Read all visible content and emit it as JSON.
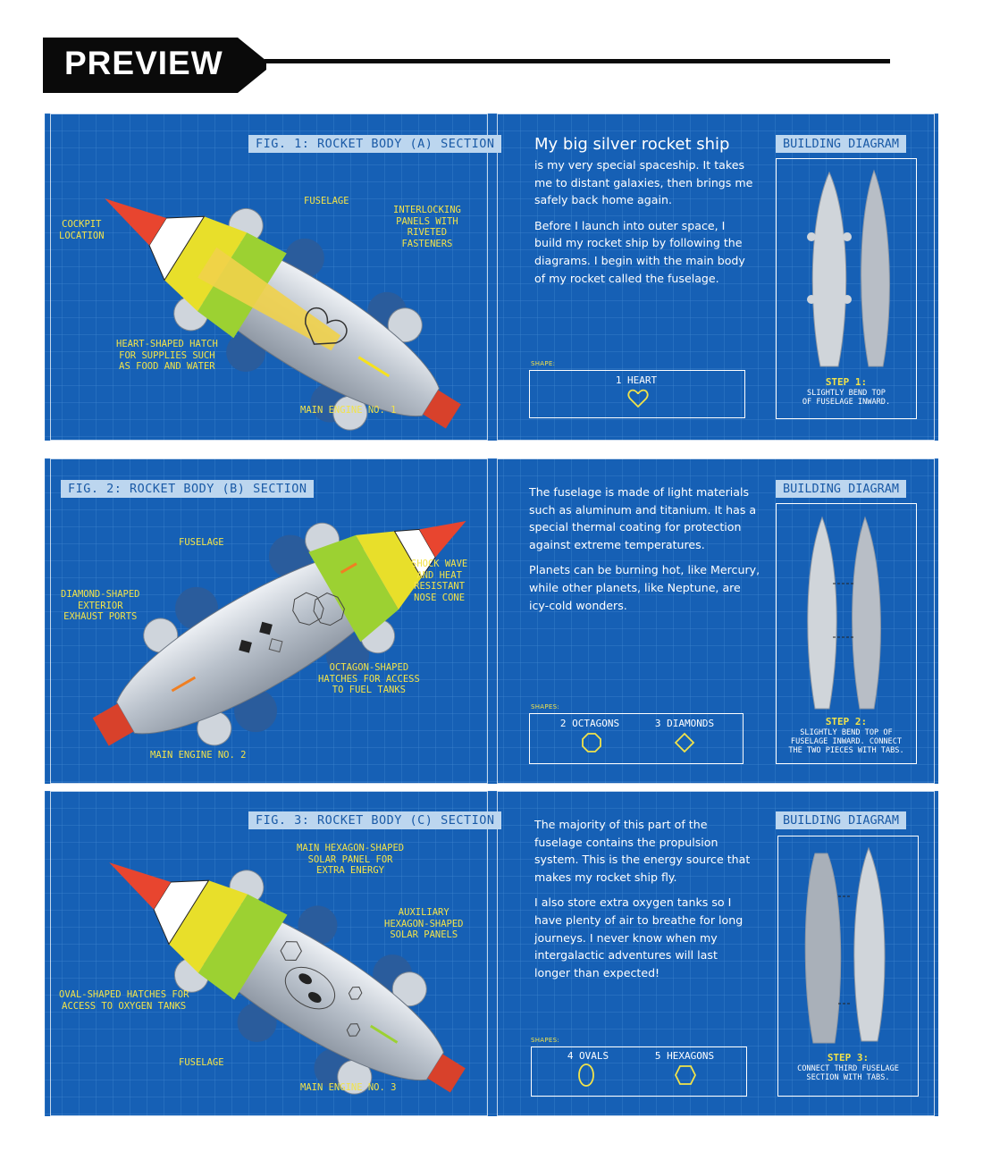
{
  "banner": {
    "label": "PREVIEW"
  },
  "colors": {
    "blueprint": "#1660b5",
    "callout": "#f2e34a",
    "label_bg": "#bcd6ef",
    "label_text": "#1a5aa6"
  },
  "spreads": [
    {
      "fig_label": "FIG. 1: ROCKET BODY (A) SECTION",
      "callouts": [
        "COCKPIT\nLOCATION",
        "FUSELAGE",
        "INTERLOCKING\nPANELS WITH\nRIVETED\nFASTENERS",
        "HEART-SHAPED HATCH\nFOR SUPPLIES SUCH\nAS FOOD AND WATER",
        "MAIN ENGINE NO. 1"
      ],
      "story_title": "My big silver rocket ship",
      "story_paragraphs": [
        "is my very special spaceship. It takes me to distant galaxies, then brings me safely back home again.",
        "Before I launch into outer space, I build my rocket ship by following the diagrams. I begin with the main body of my rocket called the fuselage."
      ],
      "shapes_tag": "SHAPE:",
      "shape_items": [
        {
          "label": "1 HEART",
          "icon": "heart-icon"
        }
      ],
      "diagram_label": "BUILDING DIAGRAM",
      "step_title": "STEP 1:",
      "step_text": "SLIGHTLY BEND TOP\nOF FUSELAGE INWARD."
    },
    {
      "fig_label": "FIG. 2: ROCKET BODY (B) SECTION",
      "callouts": [
        "FUSELAGE",
        "DIAMOND-SHAPED\nEXTERIOR\nEXHAUST PORTS",
        "SHOCK WAVE\nAND HEAT\nRESISTANT\nNOSE CONE",
        "OCTAGON-SHAPED\nHATCHES FOR ACCESS\nTO FUEL TANKS",
        "MAIN ENGINE NO. 2"
      ],
      "story_title": "",
      "story_paragraphs": [
        "The fuselage is made of light materials such as aluminum and titanium. It has a special thermal coating for protection against extreme temperatures.",
        "Planets can be burning hot, like Mercury, while other planets, like Neptune, are icy-cold wonders."
      ],
      "shapes_tag": "SHAPES:",
      "shape_items": [
        {
          "label": "2 OCTAGONS",
          "icon": "octagon-icon"
        },
        {
          "label": "3 DIAMONDS",
          "icon": "diamond-icon"
        }
      ],
      "diagram_label": "BUILDING DIAGRAM",
      "step_title": "STEP 2:",
      "step_text": "SLIGHTLY BEND TOP OF\nFUSELAGE INWARD. CONNECT\nTHE TWO PIECES WITH TABS."
    },
    {
      "fig_label": "FIG. 3: ROCKET BODY (C) SECTION",
      "callouts": [
        "MAIN HEXAGON-SHAPED\nSOLAR PANEL FOR\nEXTRA ENERGY",
        "AUXILIARY\nHEXAGON-SHAPED\nSOLAR PANELS",
        "OVAL-SHAPED HATCHES FOR\nACCESS TO OXYGEN TANKS",
        "FUSELAGE",
        "MAIN ENGINE NO. 3"
      ],
      "story_title": "",
      "story_paragraphs": [
        "The majority of this part of the fuselage contains the propulsion system. This is the energy source that makes my rocket ship fly.",
        "I also store extra oxygen tanks so I have plenty of air to breathe for long journeys. I never know when my intergalactic adventures will last longer than expected!"
      ],
      "shapes_tag": "SHAPES:",
      "shape_items": [
        {
          "label": "4 OVALS",
          "icon": "oval-icon"
        },
        {
          "label": "5 HEXAGONS",
          "icon": "hexagon-icon"
        }
      ],
      "diagram_label": "BUILDING DIAGRAM",
      "step_title": "STEP 3:",
      "step_text": "CONNECT THIRD FUSELAGE\nSECTION WITH TABS."
    }
  ]
}
